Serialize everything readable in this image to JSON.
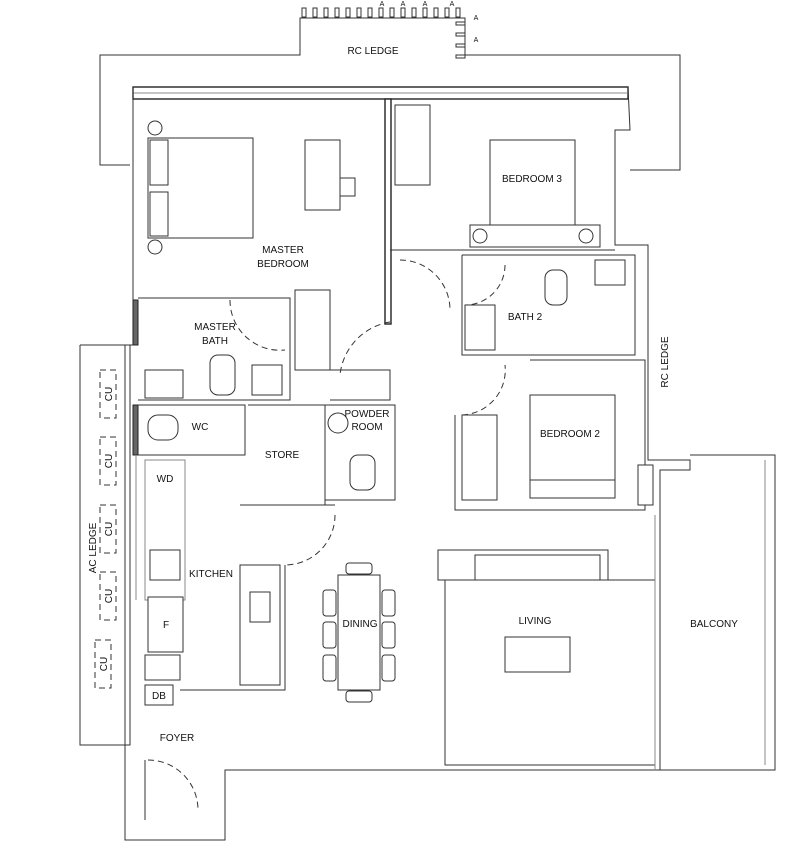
{
  "plan": {
    "rooms": {
      "rc_ledge_top": "RC LEDGE",
      "master_bedroom_1": "MASTER",
      "master_bedroom_2": "BEDROOM",
      "bedroom3": "BEDROOM 3",
      "bath2": "BATH 2",
      "master_bath_1": "MASTER",
      "master_bath_2": "BATH",
      "wc": "WC",
      "store": "STORE",
      "powder_1": "POWDER",
      "powder_2": "ROOM",
      "bedroom2": "BEDROOM 2",
      "rc_ledge_side": "RC LEDGE",
      "ac_ledge": "AC LEDGE",
      "kitchen": "KITCHEN",
      "dining": "DINING",
      "living": "LIVING",
      "balcony": "BALCONY",
      "foyer": "FOYER"
    },
    "fixtures": {
      "cu": "CU",
      "wd": "WD",
      "fridge": "F",
      "db": "DB",
      "marker": "A"
    }
  }
}
